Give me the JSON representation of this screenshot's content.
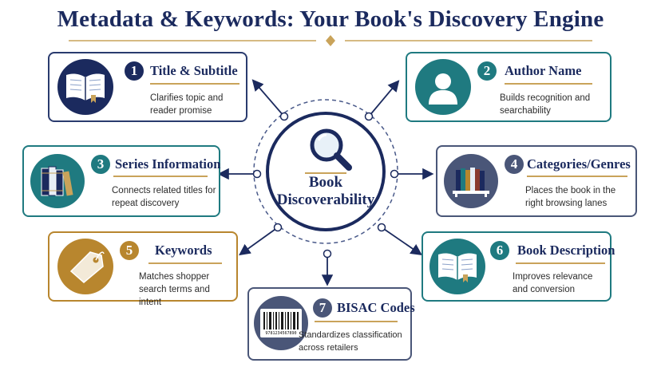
{
  "page_title": "Metadata & Keywords: Your Book's Discovery Engine",
  "hub": {
    "label": "Book\nDiscoverability"
  },
  "cards": [
    {
      "number": "1",
      "title": "Title & Subtitle",
      "description": "Clarifies topic and reader promise",
      "icon": "open-book-icon"
    },
    {
      "number": "2",
      "title": "Author Name",
      "description": "Builds recognition and searchability",
      "icon": "person-icon"
    },
    {
      "number": "3",
      "title": "Series Information",
      "description": "Connects related titles for repeat discovery",
      "icon": "book-spines-icon"
    },
    {
      "number": "4",
      "title": "Categories/Genres",
      "description": "Places the book in the right browsing lanes",
      "icon": "bookshelf-icon"
    },
    {
      "number": "5",
      "title": "Keywords",
      "description": "Matches shopper search terms and intent",
      "icon": "tag-icon"
    },
    {
      "number": "6",
      "title": "Book Description",
      "description": "Improves relevance and conversion",
      "icon": "open-book-icon"
    },
    {
      "number": "7",
      "title": "BISAC Codes",
      "description": "Standardizes classification across retailers",
      "icon": "barcode-icon",
      "barcode_text": "9781234567890"
    }
  ],
  "colors": {
    "navy": "#1b2a5e",
    "teal": "#1f7a80",
    "gold": "#c9a35a",
    "amber": "#b8862e",
    "slate": "#4a5678"
  }
}
